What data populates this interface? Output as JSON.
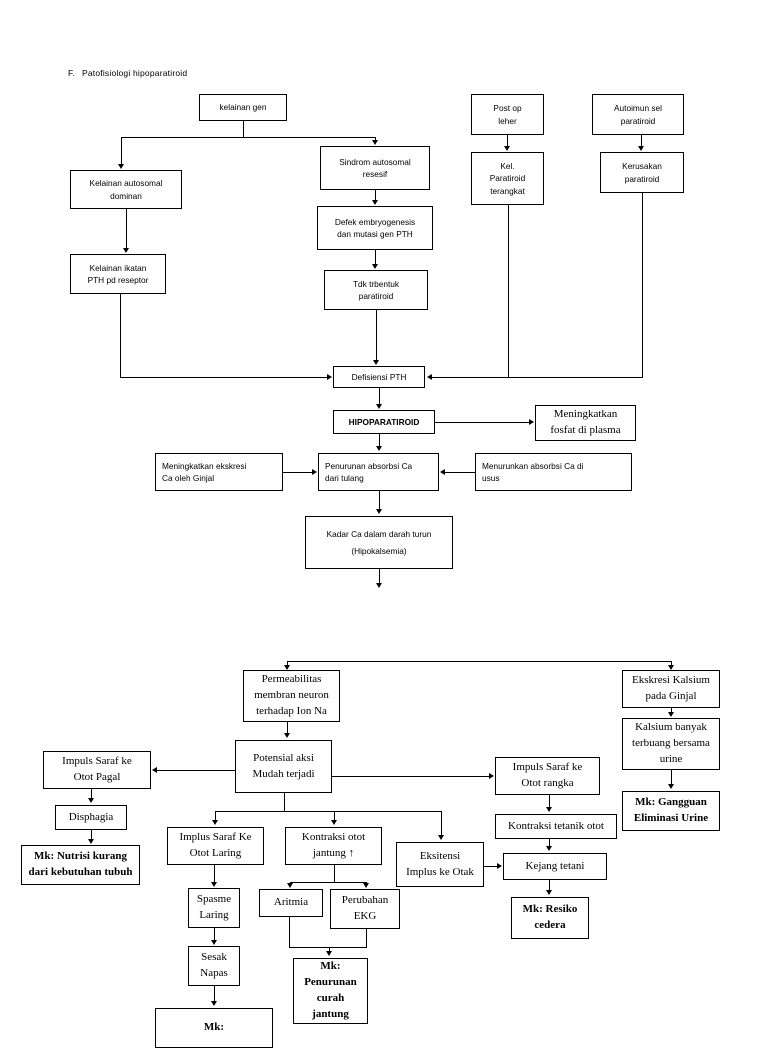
{
  "document": {
    "heading_marker": "F.",
    "heading_text": "Patofisiologi hipoparatiroid"
  },
  "section_upper": {
    "nodes": {
      "kelainan_gen": "kelainan gen",
      "post_op_leher_l1": "Post op",
      "post_op_leher_l2": "leher",
      "autoimun_l1": "Autoimun sel",
      "autoimun_l2": "paratiroid",
      "kel_paratiroid_l1": "Kel.",
      "kel_paratiroid_l2": "Paratiroid",
      "kel_paratiroid_l3": "terangkat",
      "kerusakan_l1": "Kerusakan",
      "kerusakan_l2": "paratiroid",
      "sindrom_l1": "Sindrom autosomal",
      "sindrom_l2": "resesif",
      "kelainan_dominan_l1": "Kelainan autosomal",
      "kelainan_dominan_l2": "dominan",
      "defek_l1": "Defek embryogenesis",
      "defek_l2": "dan  mutasi gen PTH",
      "kelainan_ikatan_l1": "Kelainan ikatan",
      "kelainan_ikatan_l2": "PTH pd reseptor",
      "tdk_trbentuk_l1": "Tdk trbentuk",
      "tdk_trbentuk_l2": "paratiroid",
      "defisiensi_pth": "Defisiensi PTH",
      "hipoparatiroid": "HIPOPARATIROID",
      "meningkatkan_fosfat_l1": "Meningkatkan",
      "meningkatkan_fosfat_l2": "fosfat di plasma",
      "meningkatkan_ekskresi_l1": "Meningkatkan ekskresi",
      "meningkatkan_ekskresi_l2": "Ca oleh Ginjal",
      "penurunan_absorbsi_l1": "Penurunan absorbsi Ca",
      "penurunan_absorbsi_l2": "dari tulang",
      "menurunkan_absorbsi_l1": "Menurunkan absorbsi Ca di",
      "menurunkan_absorbsi_l2": "usus",
      "kadar_ca_l1": "Kadar Ca dalam darah turun",
      "kadar_ca_l2": "(Hipokalsemia)"
    }
  },
  "section_lower": {
    "nodes": {
      "permeabilitas_l1": "Permeabilitas",
      "permeabilitas_l2": "membran neuron",
      "permeabilitas_l3": "terhadap Ion Na",
      "ekskresi_kalsium_l1": "Ekskresi Kalsium",
      "ekskresi_kalsium_l2": "pada Ginjal",
      "kalsium_banyak_l1": "Kalsium banyak",
      "kalsium_banyak_l2": "terbuang bersama",
      "kalsium_banyak_l3": "urine",
      "mk_gangguan_l1": "Mk: Gangguan",
      "mk_gangguan_l2": "Eliminasi Urine",
      "potensial_aksi_l1": "Potensial aksi",
      "potensial_aksi_l2": "Mudah terjadi",
      "impuls_vagal_l1": "Impuls Saraf ke",
      "impuls_vagal_l2": "Otot Pagal",
      "disphagia": "Disphagia",
      "mk_nutrisi_l1": "Mk: Nutrisi kurang",
      "mk_nutrisi_l2": "dari kebutuhan tubuh",
      "impuls_laring_l1": "Implus Saraf Ke",
      "impuls_laring_l2": "Otot Laring",
      "spasme_l1": "Spasme",
      "spasme_l2": "Laring",
      "sesak_l1": "Sesak",
      "sesak_l2": "Napas",
      "mk_bottom_left": "Mk:",
      "kontraksi_jantung_l1": "Kontraksi otot",
      "kontraksi_jantung_l2": "jantung ↑",
      "aritmia": "Aritmia",
      "perubahan_ekg_l1": "Perubahan",
      "perubahan_ekg_l2": "EKG",
      "mk_curah_l1": "Mk:",
      "mk_curah_l2": "Penurunan",
      "mk_curah_l3": "curah",
      "mk_curah_l4": "jantung",
      "eksitensi_l1": "Eksitensi",
      "eksitensi_l2": "Implus ke Otak",
      "impuls_rangka_l1": "Impuls Saraf ke",
      "impuls_rangka_l2": "Otot rangka",
      "kontraksi_tetanik": "Kontraksi tetanik otot",
      "kejang_tetani": "Kejang tetani",
      "mk_resiko_l1": "Mk: Resiko",
      "mk_resiko_l2": "cedera"
    }
  },
  "colors": {
    "stroke": "#000000",
    "background": "#ffffff"
  }
}
